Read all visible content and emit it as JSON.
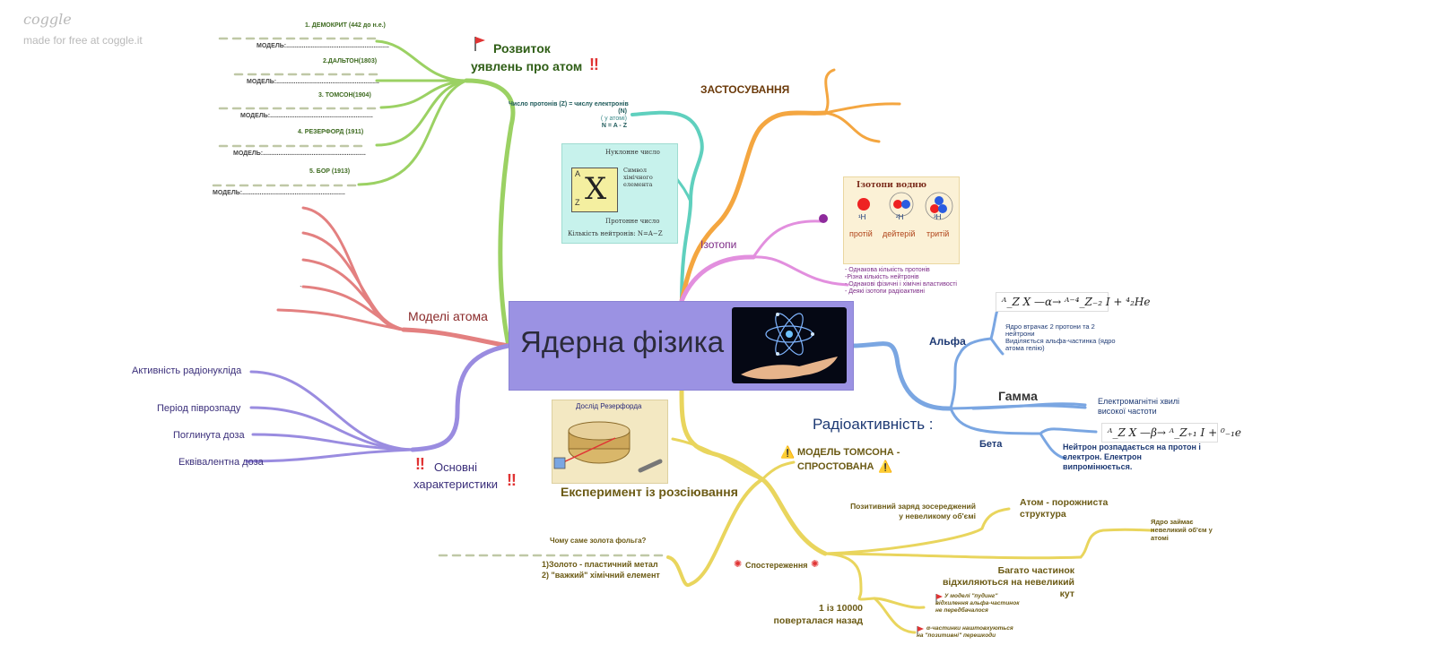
{
  "watermark": {
    "logo": "coggle",
    "tagline": "made for free at coggle.it"
  },
  "center": {
    "title": "Ядерна фізика"
  },
  "history": {
    "title_line1": "Розвиток",
    "title_line2": "уявлень про атом",
    "items": [
      {
        "name": "1. ДЕМОКРИТ (442 до н.е.)",
        "model": "МОДЕЛЬ:..........................................................."
      },
      {
        "name": "2.ДАЛЬТОН(1803)",
        "model": "МОДЕЛЬ:..........................................................."
      },
      {
        "name": "3. ТОМСОН(1904)",
        "model": "МОДЕЛЬ:..........................................................."
      },
      {
        "name": "4. РЕЗЕРФОРД (1911)",
        "model": "МОДЕЛЬ:..........................................................."
      },
      {
        "name": "5. БОР (1913)",
        "model": "МОДЕЛЬ:..........................................................."
      }
    ]
  },
  "models": {
    "title": "Моделі атома",
    "dot": "."
  },
  "characteristics": {
    "title_line1": "Основні",
    "title_line2": "характеристики",
    "items": [
      "Активність радіонукліда",
      "Період піврозпаду",
      "Поглинута доза",
      "Еквівалентна доза"
    ]
  },
  "nucleus_formula": {
    "lines": [
      "Число протонів (Z) = числу електронів",
      "(N)",
      "( у атомі)",
      "N = A - Z"
    ],
    "image": {
      "top": "Нуклонне число",
      "symbol": "Символ хімічного елемента",
      "bottom": "Протонне число",
      "formula": "Кількість нейтронів: N=A−Z",
      "A": "A",
      "Z": "Z",
      "X": "X"
    }
  },
  "applications": {
    "title": "ЗАСТОСУВАННЯ"
  },
  "isotopes": {
    "title": "Ізотопи",
    "image": {
      "title": "Ізотопи водню",
      "names": [
        "протій",
        "дейтерій",
        "тритій"
      ],
      "symbols": [
        "¹H",
        "²H",
        "³H"
      ]
    },
    "notes": [
      "- Однакова кількість протонів",
      "-Різна кількість нейтронів",
      "- Однакові фізичні і хімічні властивості",
      "- Деякі ізотопи радіоактивні"
    ]
  },
  "radioactivity": {
    "title": "Радіоактивність :",
    "alpha": {
      "label": "Альфа",
      "formula": "ᴬ_Z X —α→ ᴬ⁻⁴_Z₋₂ I + ⁴₂He",
      "notes": [
        "Ядро втрачає 2 протони та 2",
        "нейтрони",
        "Виділяється альфа-частинка (ядро",
        "атома гелію)"
      ]
    },
    "gamma": {
      "label": "Гамма",
      "notes": [
        "Електромагнітні хвилі",
        "високої частоти"
      ]
    },
    "beta": {
      "label": "Бета",
      "formula": "ᴬ_Z X —β→ ᴬ_Z₊₁ I + ⁰₋₁e",
      "notes": [
        "Нейтрон розпадається на протон і",
        "електрон. Електрон",
        "випромінюється."
      ]
    }
  },
  "experiment": {
    "image_caption": "Дослід Резерфорда",
    "title": "Експеримент із розсіювання",
    "thomson": {
      "line1": "МОДЕЛЬ ТОМСОНА -",
      "line2": "СПРОСТОВАНА"
    },
    "why_gold": "Чому саме золота фольга?",
    "gold_answer": [
      "1)Золото - пластичний метал",
      "2) \"важкий\" хімічний елемент"
    ],
    "observations": "Спостереження",
    "positive": [
      "Позитивний заряд зосереджений",
      "у невеликому об'ємі"
    ],
    "empty_atom": [
      "Атом - порожниста",
      "структура"
    ],
    "nucleus_small": [
      "Ядро займає",
      "невеликий об'єм у",
      "атомі"
    ],
    "many_particles": [
      "Багато частинок",
      "відхиляються на невеликий",
      "кут"
    ],
    "one_in": [
      "1 із 10000",
      "поверталася назад"
    ],
    "pudding_note": [
      "У моделі \"пудинг\"",
      "відхилення альфа-частинок",
      "не передбачалося"
    ],
    "alpha_note": [
      "α-частинки наштовхуються",
      "на \"позитивні\" перешкоди"
    ]
  },
  "colors": {
    "center": "#9b92e3",
    "green": "#9bd163",
    "red": "#e38080",
    "violet": "#9a8ce0",
    "teal": "#5fd0be",
    "orange": "#f4a640",
    "pink": "#e28fde",
    "blue": "#7aa6e2",
    "yellow": "#e9d55d"
  }
}
